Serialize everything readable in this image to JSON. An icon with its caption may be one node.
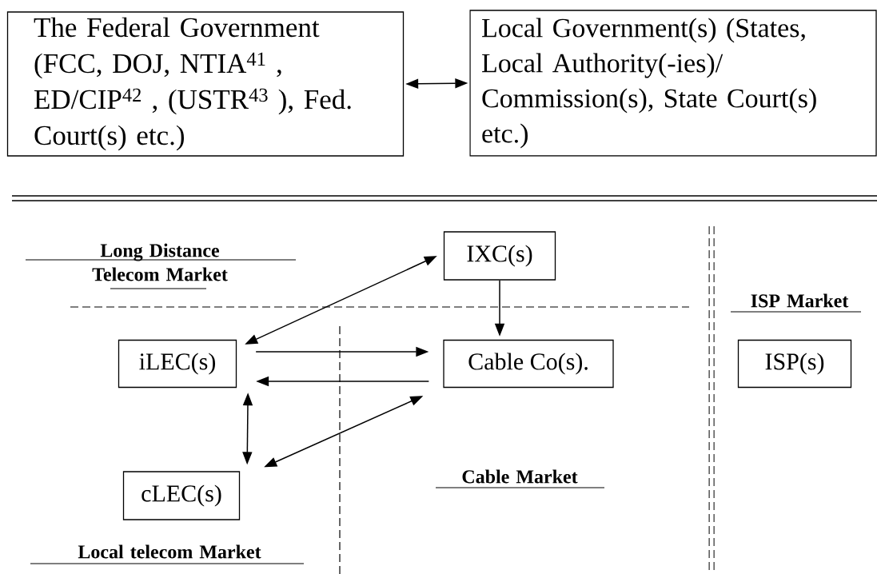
{
  "diagram": {
    "nodes": [
      {
        "text": [
          "The Federal Government (FCC, DOJ, NTIA$^{41}$ , ED/CIP$^{42}$ , (USTR$^{43}$ ), Fed. Court(s) etc.)"
        ]
      },
      {
        "text": [
          "Local Government(s) (States, Local Authority(-ies)/ Commission(s), State Court(s) etc.)"
        ]
      },
      {
        "text": [
          "IXC(s)"
        ]
      },
      {
        "text": [
          "iLEC(s)"
        ]
      },
      {
        "text": [
          "Cable Co(s)."
        ]
      },
      {
        "text": [
          "ISP(s)"
        ]
      },
      {
        "text": [
          "cLEC(s)"
        ]
      }
    ],
    "edges": [
      {
        "from": 0,
        "to": 1,
        "arrow": "both"
      },
      {
        "from": 2,
        "to": 3,
        "arrow": "both"
      },
      {
        "from": 2,
        "to": 4,
        "arrow": "to"
      },
      {
        "from": 3,
        "to": 4,
        "arrow": "to"
      },
      {
        "from": 4,
        "to": 3,
        "arrow": "to"
      },
      {
        "from": 3,
        "to": 6,
        "arrow": "both"
      },
      {
        "from": 4,
        "to": 6,
        "arrow": "both"
      }
    ],
    "labels": [
      "Long Distance Telecom Market",
      "ISP Market",
      "Cable Market",
      "Local telecom Market"
    ]
  }
}
